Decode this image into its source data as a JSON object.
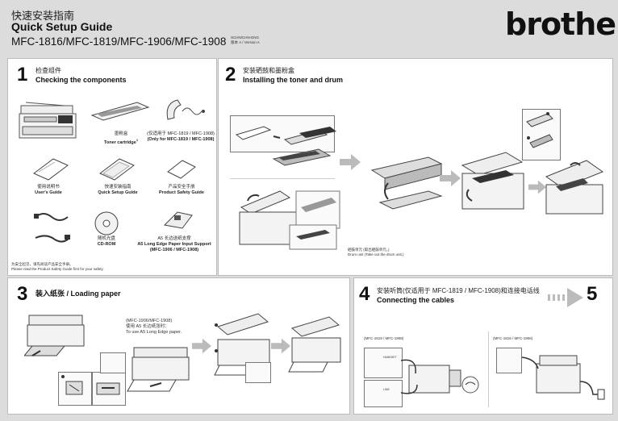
{
  "header": {
    "title_cn": "快速安装指南",
    "title_en": "Quick Setup Guide",
    "models": "MFC-1816/MFC-1819/MFC-1906/MFC-1908",
    "lang_code": "SCHN/CHN-ENG",
    "version": "版本 A / Version A",
    "brand": "brother"
  },
  "step1": {
    "num": "1",
    "title_cn": "检查组件",
    "title_en": "Checking the components",
    "items": [
      {
        "cn": "墨粉盒",
        "en": "Toner cartridge",
        "sup": "1"
      },
      {
        "cn": "(仅适用于 MFC-1819 / MFC-1908)",
        "en": "(Only for MFC-1819 / MFC-1908)"
      },
      {
        "cn": "使用说明书",
        "en": "User's Guide"
      },
      {
        "cn": "快速安装指南",
        "en": "Quick Setup Guide"
      },
      {
        "cn": "产品安全手册",
        "en": "Product Safety Guide"
      },
      {
        "cn": "随机光盘",
        "en": "CD-ROM"
      },
      {
        "cn": "A5 长边送纸支撑",
        "en": "A5 Long Edge Paper Input Support",
        "en2": "(MFC-1906 / MFC-1908)"
      }
    ],
    "note_cn": "为安全起见，请先阅读产品安全手册。",
    "note_en": "Please read the Product Safety Guide first for your safety."
  },
  "step2": {
    "num": "2",
    "title_cn": "安装硒鼓和墨粉盒",
    "title_en": "Installing the toner and drum",
    "drum_cn": "硒鼓单元 (取出硒鼓单元。)",
    "drum_en": "Drum unit (Take out the drum unit.)"
  },
  "step3": {
    "num": "3",
    "title": "装入纸张 / Loading paper",
    "a5_model": "(MFC-1906/MFC-1908)",
    "a5_cn": "使用 A5 长边纸张时：",
    "a5_en": "To use A5 Long Edge paper."
  },
  "step4": {
    "num": "4",
    "title_cn": "安装听筒(仅适用于 MFC-1819 / MFC-1908)和连接电话线",
    "title_en": "Connecting the cables",
    "next": "5",
    "left_model": "(MFC-1819 / MFC-1908)",
    "right_model": "(MFC-1816 / MFC-1906)",
    "jack_line": "LINE",
    "jack_handset": "HANDSET"
  }
}
